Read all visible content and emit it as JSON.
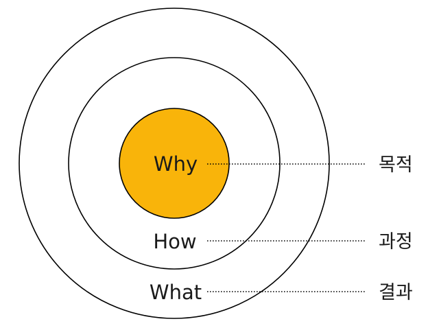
{
  "colors": {
    "core_fill": "#f9b40a",
    "line": "#000000",
    "text": "#1a1a1a"
  },
  "layers": [
    {
      "label": "Why",
      "meaning": "목적"
    },
    {
      "label": "How",
      "meaning": "과정"
    },
    {
      "label": "What",
      "meaning": "결과"
    }
  ]
}
